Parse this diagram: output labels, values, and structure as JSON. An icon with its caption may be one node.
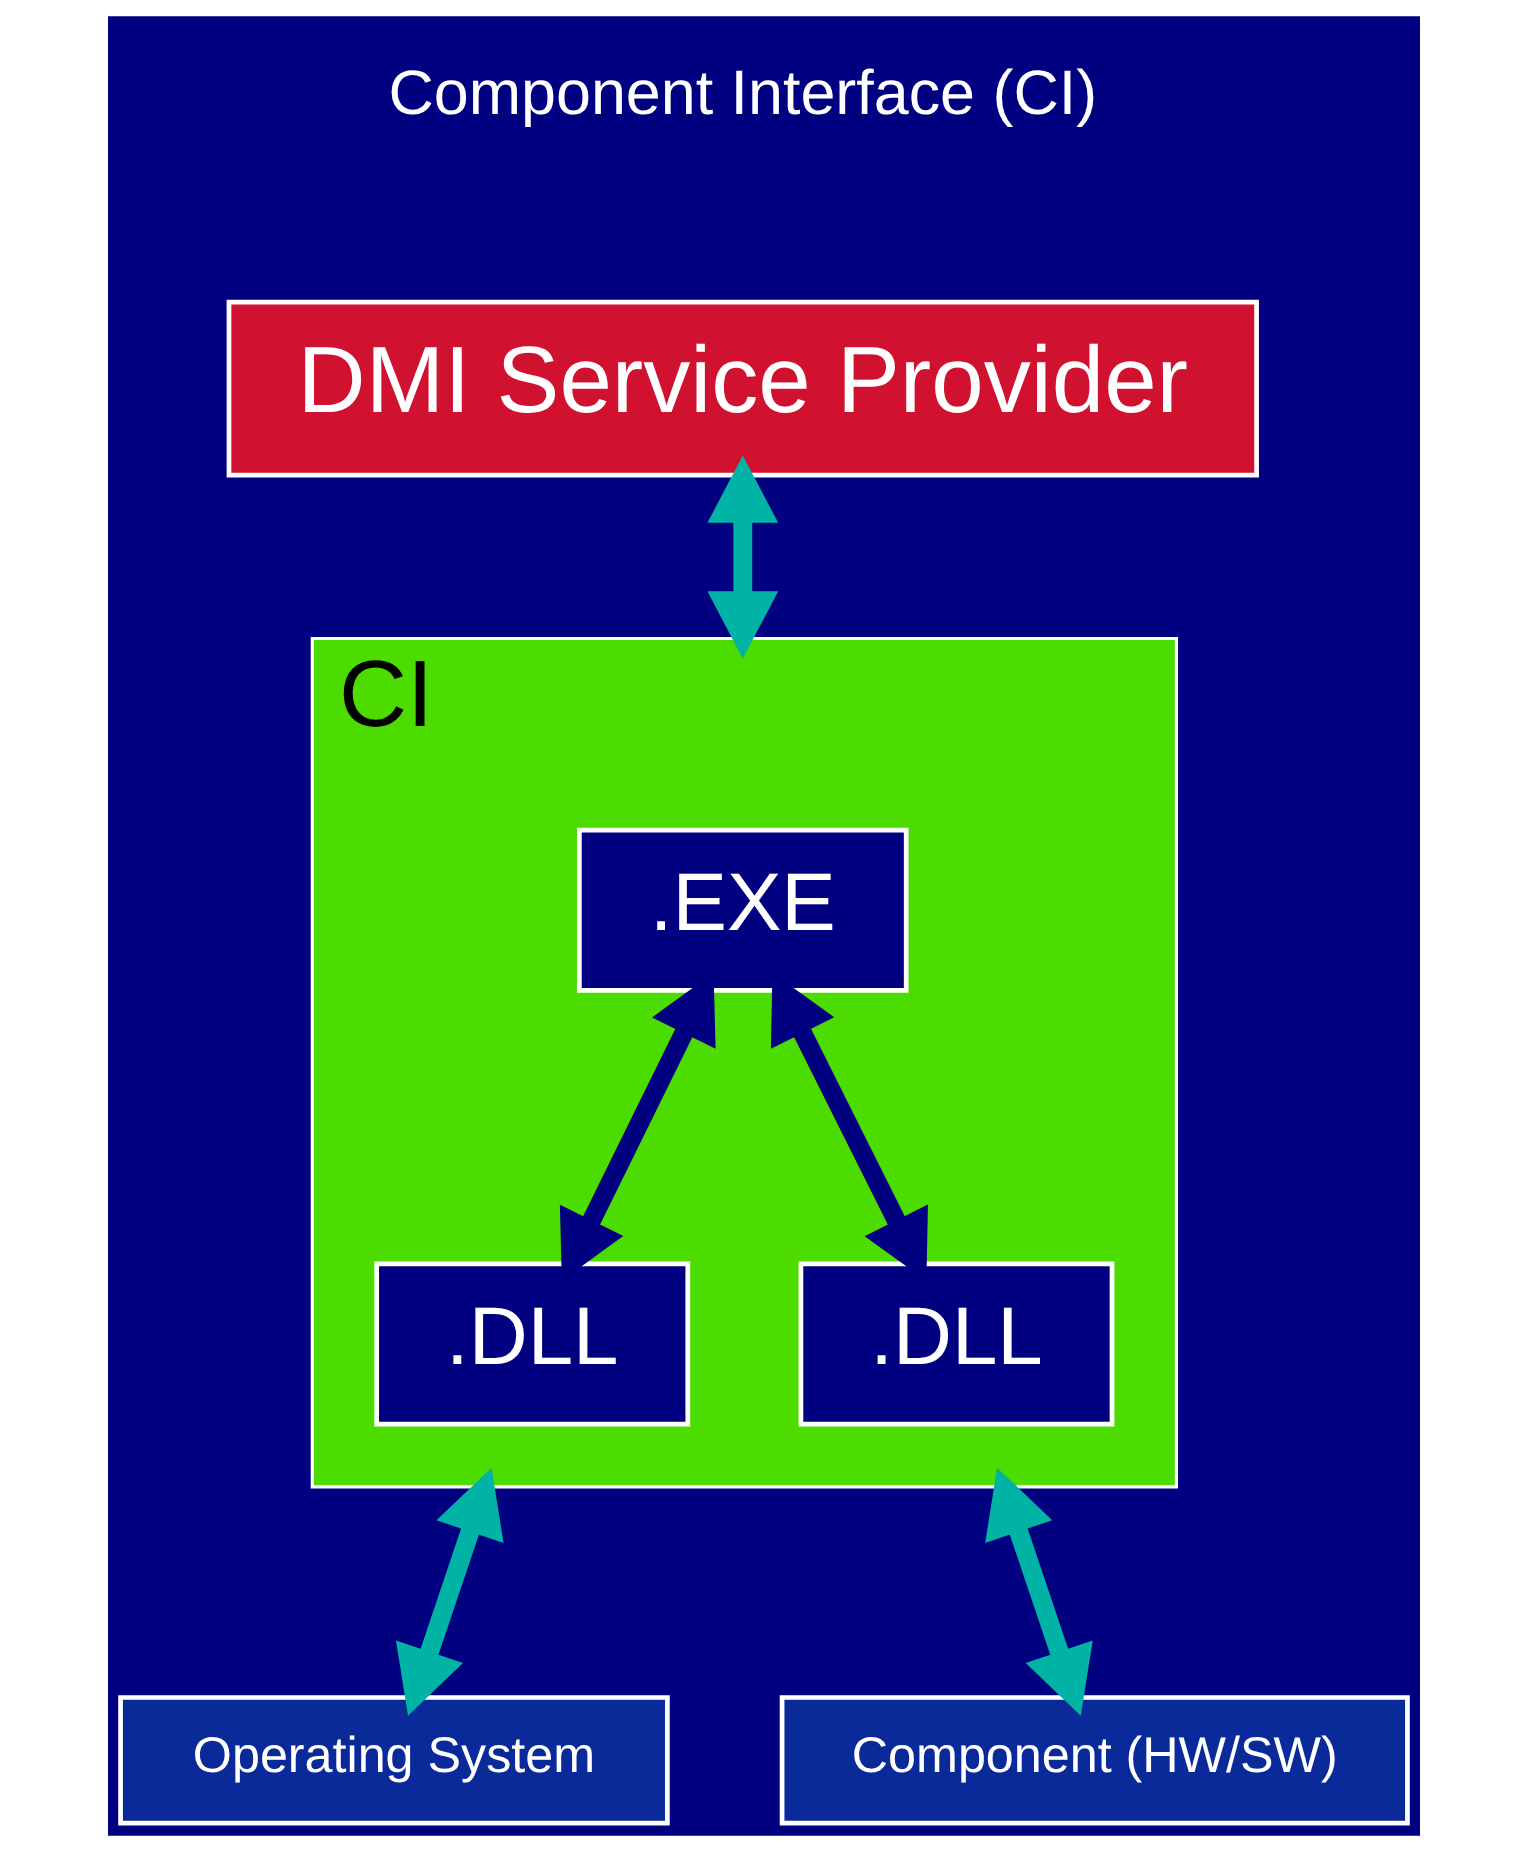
{
  "diagram": {
    "nodes": [
      {
        "text": [
          "DMI Service Provider"
        ]
      },
      {
        "text": [
          "CI"
        ]
      },
      {
        "text": [
          ".EXE"
        ],
        "in": 1
      },
      {
        "text": [
          ".DLL"
        ],
        "in": 1
      },
      {
        "text": [
          ".DLL"
        ],
        "in": 1
      },
      {
        "text": [
          "Operating System"
        ]
      },
      {
        "text": [
          "Component (HW/SW)"
        ]
      }
    ],
    "edges": [
      {
        "from": 0,
        "to": 1,
        "arrow": "both"
      },
      {
        "from": 2,
        "to": 3,
        "arrow": "both",
        "color": "#000080"
      },
      {
        "from": 2,
        "to": 4,
        "arrow": "both",
        "color": "#000080"
      },
      {
        "from": 1,
        "to": 5,
        "arrow": "both"
      },
      {
        "from": 1,
        "to": 6,
        "arrow": "both"
      }
    ],
    "labels": [
      "Component Interface (CI)"
    ]
  }
}
